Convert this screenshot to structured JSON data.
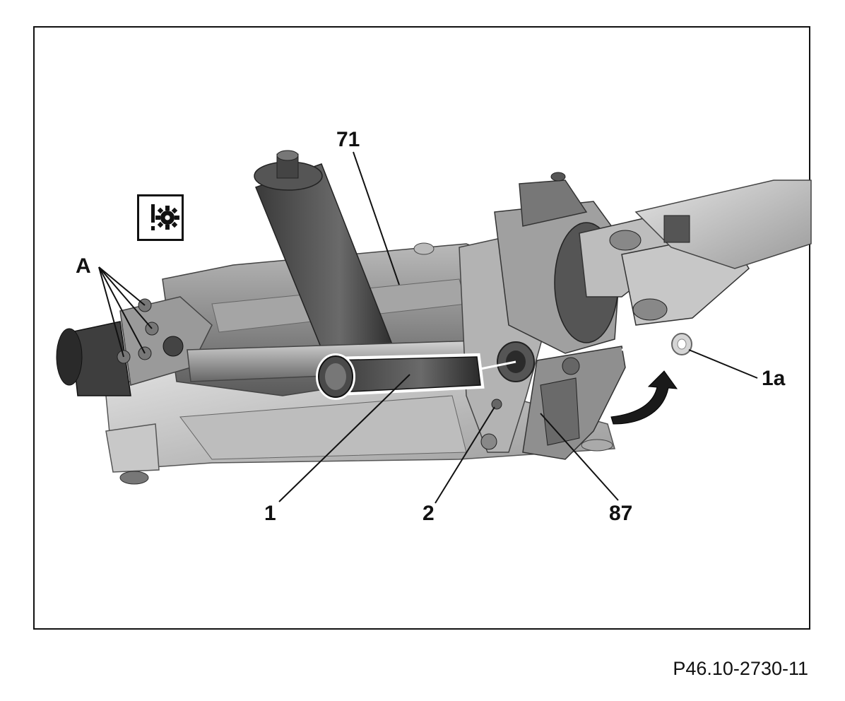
{
  "figure_id": "P46.10-2730-11",
  "callouts": {
    "c71": "71",
    "cA": "A",
    "c1a": "1a",
    "c1": "1",
    "c2": "2",
    "c87": "87"
  },
  "icons": {
    "warning": "caution-gear-icon",
    "rotation": "rotate-arrow-icon"
  },
  "colors": {
    "line": "#111111",
    "highlight": "#ffffff"
  }
}
